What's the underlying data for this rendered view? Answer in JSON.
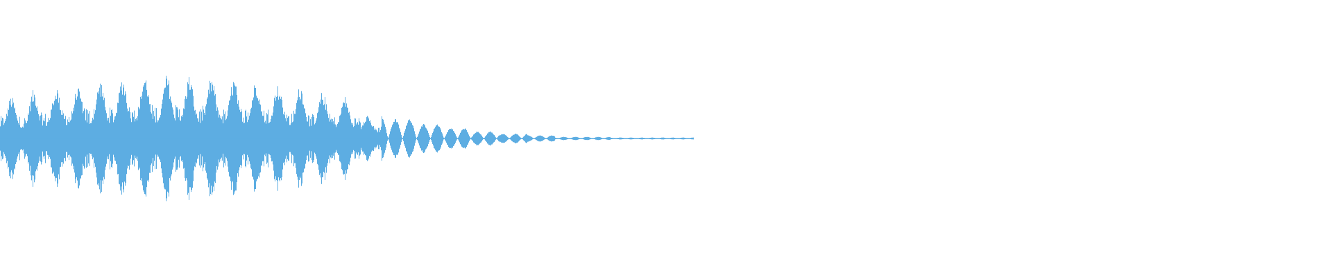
{
  "waveform": {
    "color": "#5DADE2",
    "segments": [
      {
        "from": 0.0,
        "to": 0.04,
        "amplitude": 0.52
      },
      {
        "from": 0.04,
        "to": 0.08,
        "amplitude": 0.6
      },
      {
        "from": 0.08,
        "to": 0.12,
        "amplitude": 0.66
      },
      {
        "from": 0.12,
        "to": 0.16,
        "amplitude": 0.72
      },
      {
        "from": 0.16,
        "to": 0.2,
        "amplitude": 0.76
      },
      {
        "from": 0.2,
        "to": 0.24,
        "amplitude": 0.79
      },
      {
        "from": 0.24,
        "to": 0.28,
        "amplitude": 0.78
      },
      {
        "from": 0.28,
        "to": 0.32,
        "amplitude": 0.76
      },
      {
        "from": 0.32,
        "to": 0.36,
        "amplitude": 0.74
      },
      {
        "from": 0.36,
        "to": 0.4,
        "amplitude": 0.72
      },
      {
        "from": 0.4,
        "to": 0.44,
        "amplitude": 0.66
      },
      {
        "from": 0.44,
        "to": 0.48,
        "amplitude": 0.58
      },
      {
        "from": 0.48,
        "to": 0.52,
        "amplitude": 0.52
      },
      {
        "from": 0.52,
        "to": 0.56,
        "amplitude": 0.3
      },
      {
        "from": 0.56,
        "to": 0.6,
        "amplitude": 0.24
      },
      {
        "from": 0.6,
        "to": 0.64,
        "amplitude": 0.18
      },
      {
        "from": 0.64,
        "to": 0.68,
        "amplitude": 0.13
      },
      {
        "from": 0.68,
        "to": 0.72,
        "amplitude": 0.09
      },
      {
        "from": 0.72,
        "to": 0.76,
        "amplitude": 0.06
      },
      {
        "from": 0.76,
        "to": 0.8,
        "amplitude": 0.04
      },
      {
        "from": 0.8,
        "to": 0.88,
        "amplitude": 0.02
      },
      {
        "from": 0.88,
        "to": 1.0,
        "amplitude": 0.012
      }
    ]
  }
}
